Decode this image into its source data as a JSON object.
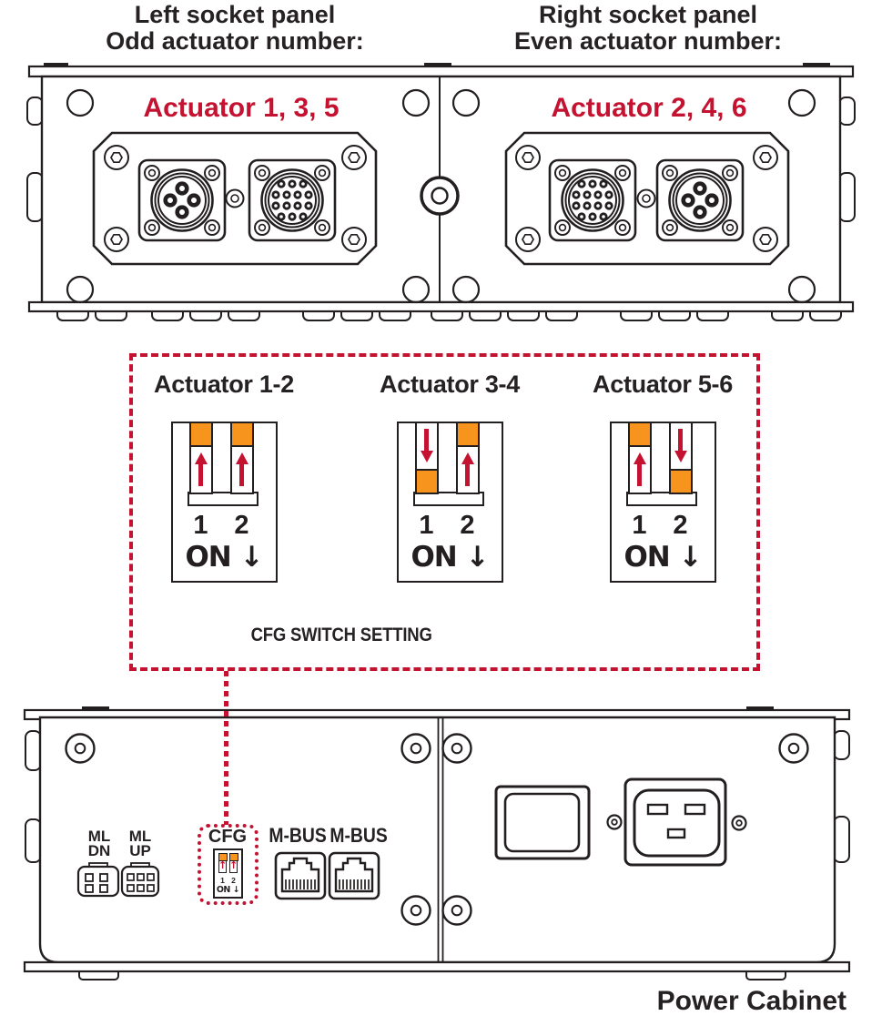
{
  "colors": {
    "accent_red": "#c41230",
    "switch_orange": "#f7941e",
    "line_ink": "#231f20"
  },
  "headings": {
    "left_line1": "Left socket panel",
    "left_line2": "Odd actuator number:",
    "right_line1": "Right socket panel",
    "right_line2": "Even actuator number:"
  },
  "socket_panels": {
    "left_actuators": "Actuator 1, 3, 5",
    "right_actuators": "Actuator 2, 4, 6",
    "left_connectors": [
      "4-pin-circular-socket",
      "12-pin-circular-socket"
    ],
    "right_connectors": [
      "12-pin-circular-socket",
      "4-pin-circular-socket"
    ]
  },
  "cfg_panel": {
    "caption": "CFG SWITCH SETTING",
    "switches": [
      {
        "label": "Actuator 1-2",
        "positions": [
          "up",
          "up"
        ],
        "pin1": "1",
        "pin2": "2",
        "on_label": "ON ↓"
      },
      {
        "label": "Actuator 3-4",
        "positions": [
          "down",
          "up"
        ],
        "pin1": "1",
        "pin2": "2",
        "on_label": "ON ↓"
      },
      {
        "label": "Actuator 5-6",
        "positions": [
          "up",
          "down"
        ],
        "pin1": "1",
        "pin2": "2",
        "on_label": "ON ↓"
      }
    ]
  },
  "cabinet": {
    "ml_dn_line1": "ML",
    "ml_dn_line2": "DN",
    "ml_up_line1": "ML",
    "ml_up_line2": "UP",
    "cfg_label": "CFG",
    "mbus_left": "M-BUS",
    "mbus_right": "M-BUS",
    "mini_switch": {
      "positions": [
        "up",
        "up"
      ],
      "arrow": "↑",
      "pin1": "1",
      "pin2": "2",
      "on_label": "ON ↓"
    },
    "title": "Power Cabinet"
  }
}
